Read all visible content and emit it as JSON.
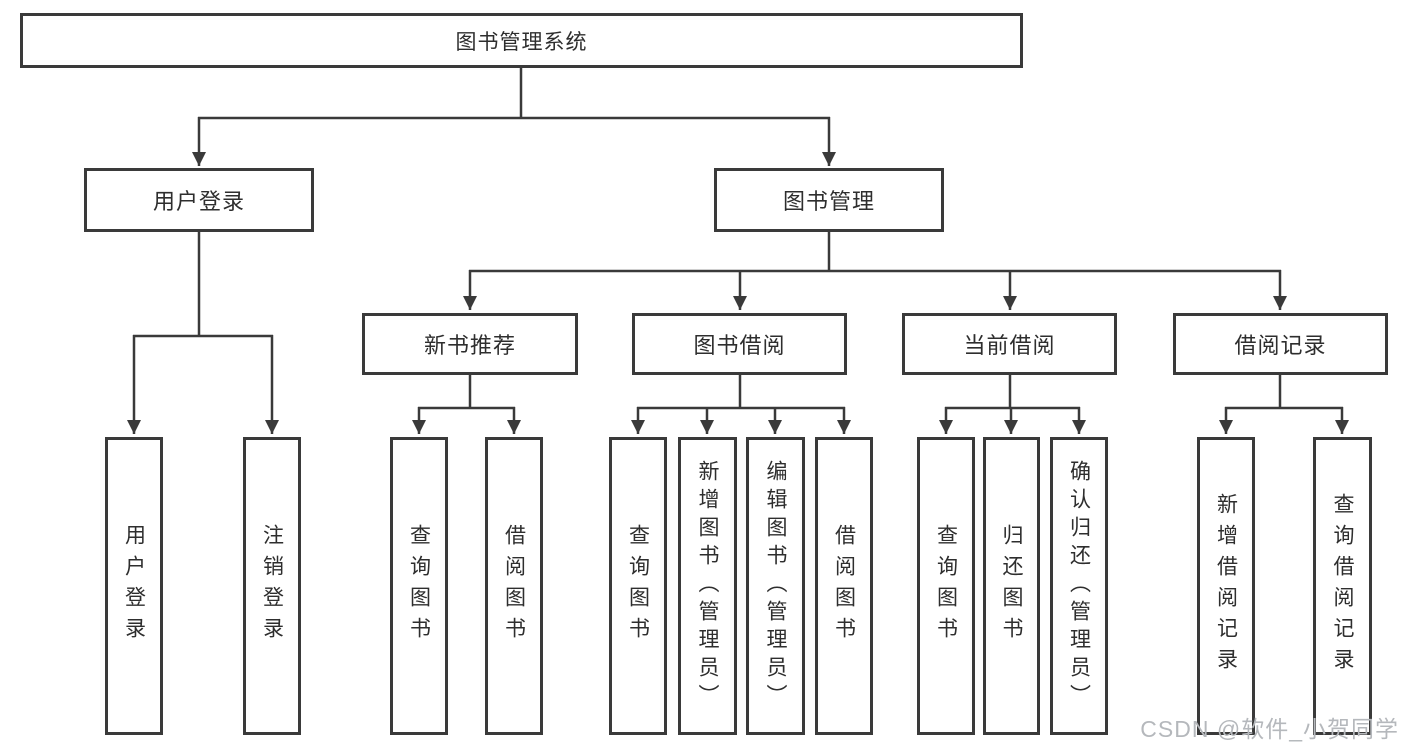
{
  "tree": {
    "label": "图书管理系统",
    "children": [
      {
        "label": "用户登录",
        "children": [
          {
            "label": "用户登录"
          },
          {
            "label": "注销登录"
          }
        ]
      },
      {
        "label": "图书管理",
        "children": [
          {
            "label": "新书推荐",
            "children": [
              {
                "label": "查询图书"
              },
              {
                "label": "借阅图书"
              }
            ]
          },
          {
            "label": "图书借阅",
            "children": [
              {
                "label": "查询图书"
              },
              {
                "label": "新增图书（管理员）"
              },
              {
                "label": "编辑图书（管理员）"
              },
              {
                "label": "借阅图书"
              }
            ]
          },
          {
            "label": "当前借阅",
            "children": [
              {
                "label": "查询图书"
              },
              {
                "label": "归还图书"
              },
              {
                "label": "确认归还（管理员）"
              }
            ]
          },
          {
            "label": "借阅记录",
            "children": [
              {
                "label": "新增借阅记录"
              },
              {
                "label": "查询借阅记录"
              }
            ]
          }
        ]
      }
    ]
  },
  "watermark": "CSDN @软件_小贺同学",
  "colors": {
    "line": "#3a3a3a",
    "border": "#3a3a3a",
    "text": "#2e2e2e",
    "watermark": "#b5b8bc",
    "background": "#ffffff"
  }
}
